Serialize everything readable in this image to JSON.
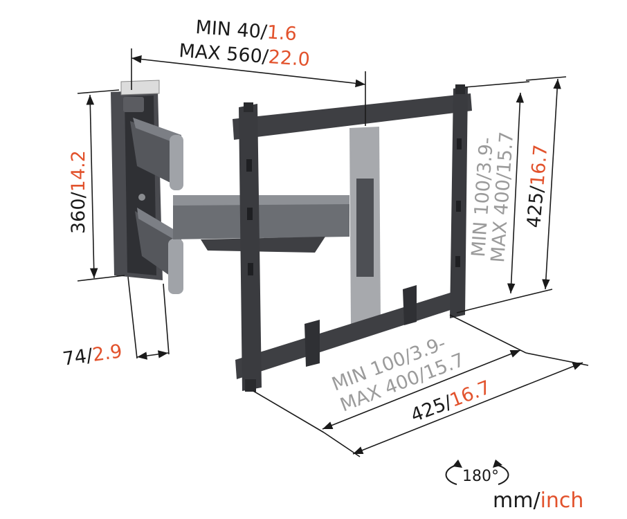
{
  "colors": {
    "dark_metal": "#3e3f43",
    "arm_metal": "#6b6e73",
    "light_metal": "#a7a9ad",
    "dim_line": "#1a1a1a",
    "text_black": "#1a1a1a",
    "accent_orange": "#e2522c",
    "text_gray": "#9b9b9b"
  },
  "dimensions": {
    "arm_extension": {
      "min_mm": "MIN 40/",
      "min_inch": "1.6",
      "max_mm": "MAX 560/",
      "max_inch": "22.0"
    },
    "wall_plate_height": {
      "mm": "360/",
      "inch": "14.2"
    },
    "wall_plate_depth": {
      "mm": "74/",
      "inch": "2.9"
    },
    "vesa_vertical": {
      "min": "MIN 100/3.9-",
      "max": "MAX 400/15.7"
    },
    "frame_height": {
      "mm": "425/",
      "inch": "16.7"
    },
    "vesa_horizontal": {
      "min": "MIN 100/3.9-",
      "max": "MAX 400/15.7"
    },
    "frame_width": {
      "mm": "425/",
      "inch": "16.7"
    }
  },
  "rotation": {
    "label": "180°",
    "icon": "rotation-arrows-icon"
  },
  "units": {
    "mm": "mm/",
    "inch": "inch"
  }
}
